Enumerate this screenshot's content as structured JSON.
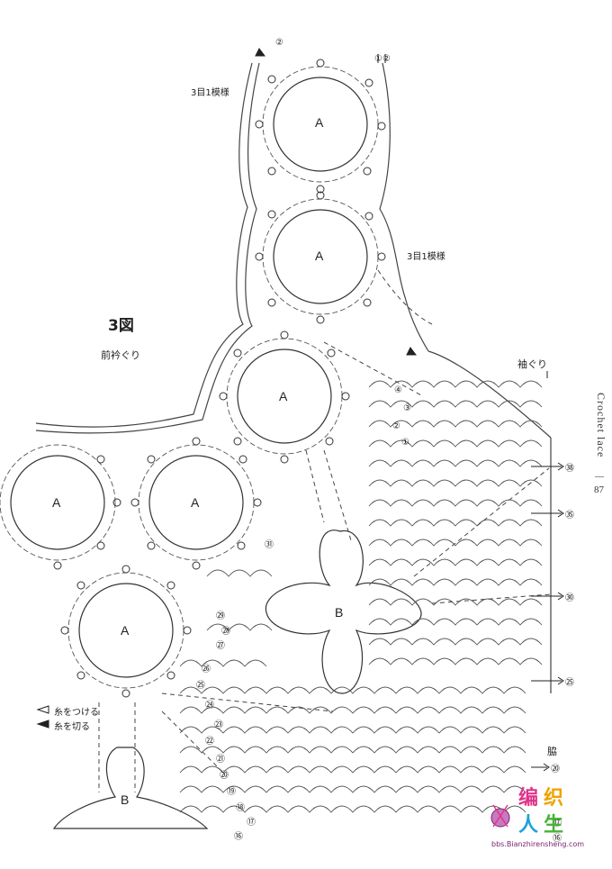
{
  "figure": {
    "title": "3図",
    "front_neck_label": "前衿ぐり",
    "armhole_label": "袖ぐり",
    "side_label": "脇",
    "pattern_repeat_label_top": "3目1模様",
    "pattern_repeat_label_mid": "3目1模様",
    "legend_attach": "糸をつける",
    "legend_cut": "糸を切る",
    "motif_a": "A",
    "motif_b": "B",
    "right_rows": [
      "㊳",
      "㉟",
      "㉚",
      "㉕",
      "⑳",
      "⑰",
      "⑯"
    ],
    "inner_rows": [
      "④",
      "③",
      "②",
      "①",
      "㉛",
      "㉙",
      "㉘",
      "㉗",
      "㉖",
      "㉕",
      "㉔",
      "㉓",
      "㉒",
      "㉑",
      "⑳",
      "⑲",
      "⑱",
      "⑰",
      "⑯"
    ],
    "top_markers": [
      "②",
      "①②"
    ]
  },
  "running_head": {
    "title": "Crochet lace",
    "page": "87"
  },
  "watermark": {
    "chars": [
      "编",
      "织",
      "人",
      "生"
    ],
    "url": "bbs.Bianzhirensheng.com",
    "colors": [
      "#e0338a",
      "#f0a300",
      "#1aa3d9",
      "#46b336"
    ]
  }
}
